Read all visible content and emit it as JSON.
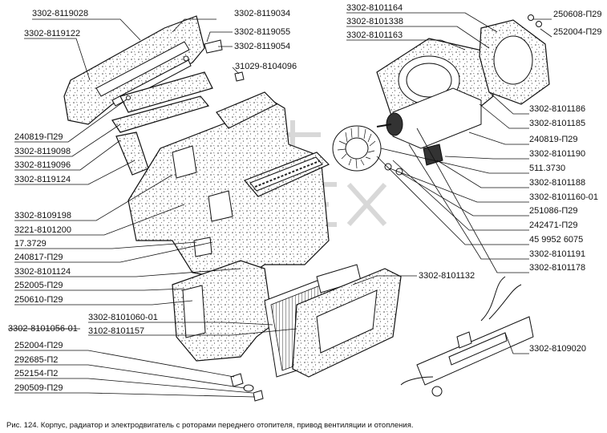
{
  "labels": {
    "l1": "3302-8119028",
    "l2": "3302-8119034",
    "l3": "3302-8119055",
    "l4": "3302-8119054",
    "l5": "3302-8119122",
    "l6": "31029-8104096",
    "l7": "240819-П29",
    "l8": "3302-8119098",
    "l9": "3302-8119096",
    "l10": "3302-8119124",
    "l11": "3302-8109198",
    "l12": "3221-8101200",
    "l13": "17.3729",
    "l14": "240817-П29",
    "l15": "3302-8101124",
    "l16": "252005-П29",
    "l17": "250610-П29",
    "l18": "3302-8101060-01",
    "l19": "3302-8101056-01",
    "l20": "3102-8101157",
    "l21": "3302-8101132",
    "l22": "252004-П29",
    "l23": "292685-П2",
    "l24": "252154-П2",
    "l25": "290509-П29",
    "l26": "3302-8101164",
    "l27": "3302-8101338",
    "l28": "3302-8101163",
    "l29": "250608-П29",
    "l30": "252004-П29",
    "l31": "3302-8101186",
    "l32": "3302-8101185",
    "l33": "240819-П29",
    "l34": "3302-8101190",
    "l35": "511.3730",
    "l36": "3302-8101188",
    "l37": "3302-8101160-01",
    "l38": "251086-П29",
    "l39": "242471-П29",
    "l40": "45 9952 6075",
    "l41": "3302-8101191",
    "l42": "3302-8101178",
    "l43": "3302-8109020"
  },
  "caption": "Рис. 124. Корпус, радиатор и электродвигатель с роторами переднего отопителя, привод вентиляции и отопления."
}
